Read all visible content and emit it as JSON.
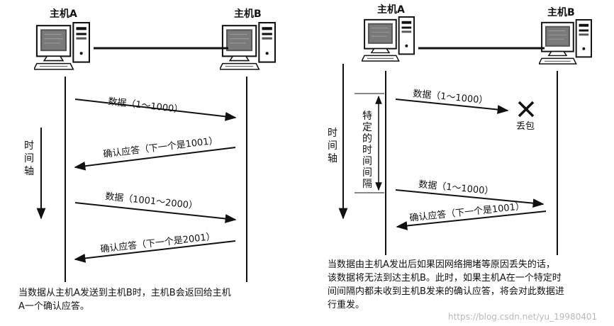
{
  "left": {
    "host_a": "主机A",
    "host_b": "主机B",
    "time_axis": [
      "时",
      "间",
      "轴"
    ],
    "messages": [
      {
        "label": "数据（1～1000）"
      },
      {
        "label": "确认应答（下一个是1001）"
      },
      {
        "label": "数据（1001～2000）"
      },
      {
        "label": "确认应答（下一个是2001）"
      }
    ],
    "caption_lines": [
      "当数据从主机A发送到主机B时，主机B会返回给主机",
      "A一个确认应答。"
    ]
  },
  "right": {
    "host_a": "主机A",
    "host_b": "主机B",
    "time_axis": [
      "时",
      "间",
      "轴"
    ],
    "interval": [
      "特",
      "定",
      "的",
      "时",
      "间",
      "间",
      "隔"
    ],
    "lost": "丢包",
    "messages": [
      {
        "label": "数据（1～1000）"
      },
      {
        "label": "数据（1～1000）"
      },
      {
        "label": "确认应答（下一个是1001）"
      }
    ],
    "caption_lines": [
      "当数据由主机A发出后如果因网络拥堵等原因丢失的话，",
      "该数据将无法到达主机B。此时，如果主机A在一个特定时",
      "间间隔内都未收到主机B发来的确认应答，将会对此数据进",
      "行重发。"
    ]
  },
  "watermark": "https://blog.csdn.net/yu_19980401"
}
